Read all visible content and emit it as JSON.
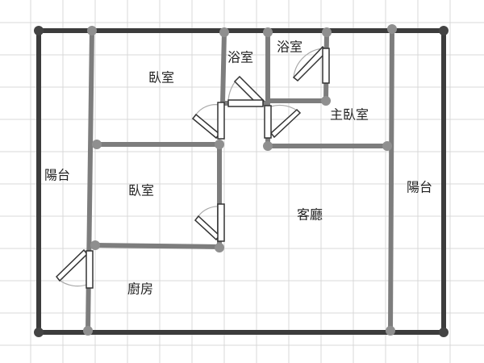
{
  "plan": {
    "rooms": [
      {
        "id": "bedroom-top",
        "label": "臥室"
      },
      {
        "id": "bathroom-1",
        "label": "浴室"
      },
      {
        "id": "bathroom-2",
        "label": "浴室"
      },
      {
        "id": "master-bedroom",
        "label": "主臥室"
      },
      {
        "id": "balcony-left",
        "label": "陽台"
      },
      {
        "id": "bedroom-middle",
        "label": "臥室"
      },
      {
        "id": "living-room",
        "label": "客廳"
      },
      {
        "id": "balcony-right",
        "label": "陽台"
      },
      {
        "id": "kitchen",
        "label": "廚房"
      }
    ]
  },
  "colors": {
    "background": "#ffffff",
    "grid": "#d9d9d9",
    "outer_wall": "#3c3c3c",
    "inner_wall": "#7d7d7d",
    "node": "#8f8f8f",
    "outer_node": "#444444",
    "door": "#ffffff",
    "door_stroke": "#333333",
    "label": "#222222"
  }
}
